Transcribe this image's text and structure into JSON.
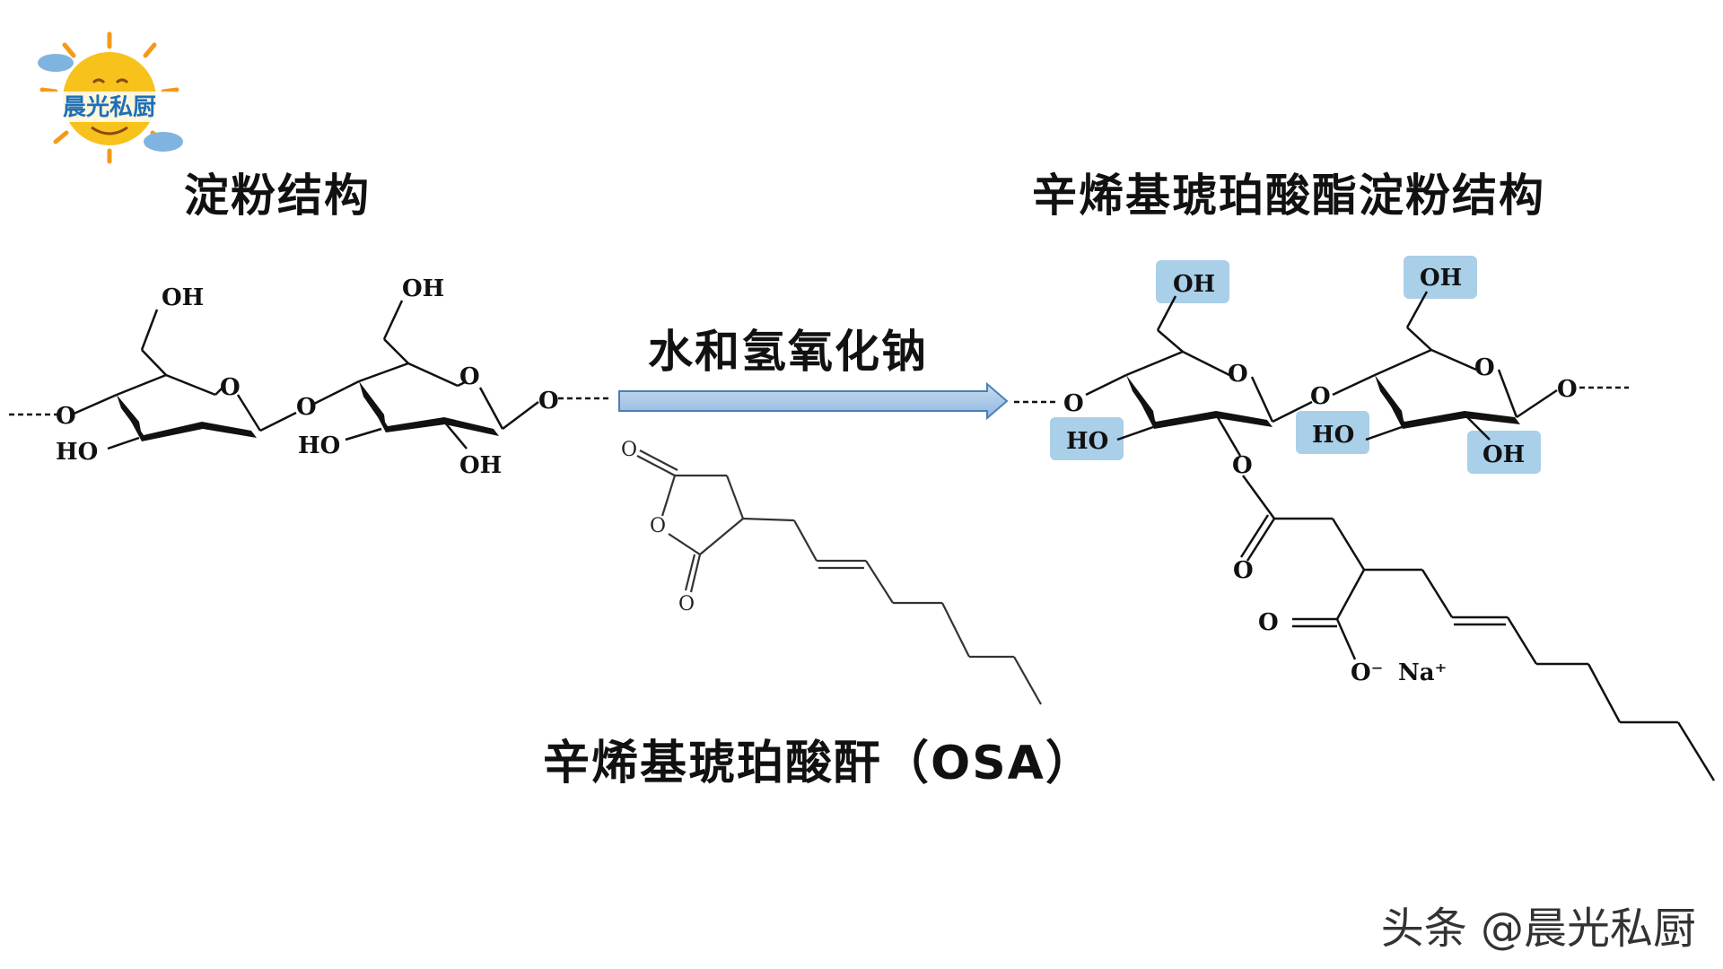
{
  "titles": {
    "starch": "淀粉结构",
    "product": "辛烯基琥珀酸酯淀粉结构",
    "reagent": "水和氢氧化钠",
    "osa": "辛烯基琥珀酸酐（OSA）"
  },
  "logo": {
    "text": "晨光私厨"
  },
  "watermark": "头条 @晨光私厨",
  "atoms": {
    "oh": "OH",
    "ho": "HO",
    "o": "O",
    "o_minus": "O⁻",
    "na_plus": "Na⁺"
  },
  "colors": {
    "arrow_fill": "#a9c8e8",
    "arrow_stroke": "#4a7fb5",
    "highlight": "#a9cfe9",
    "logo_sun": "#f7c21c",
    "logo_text": "#1f6fb8"
  }
}
